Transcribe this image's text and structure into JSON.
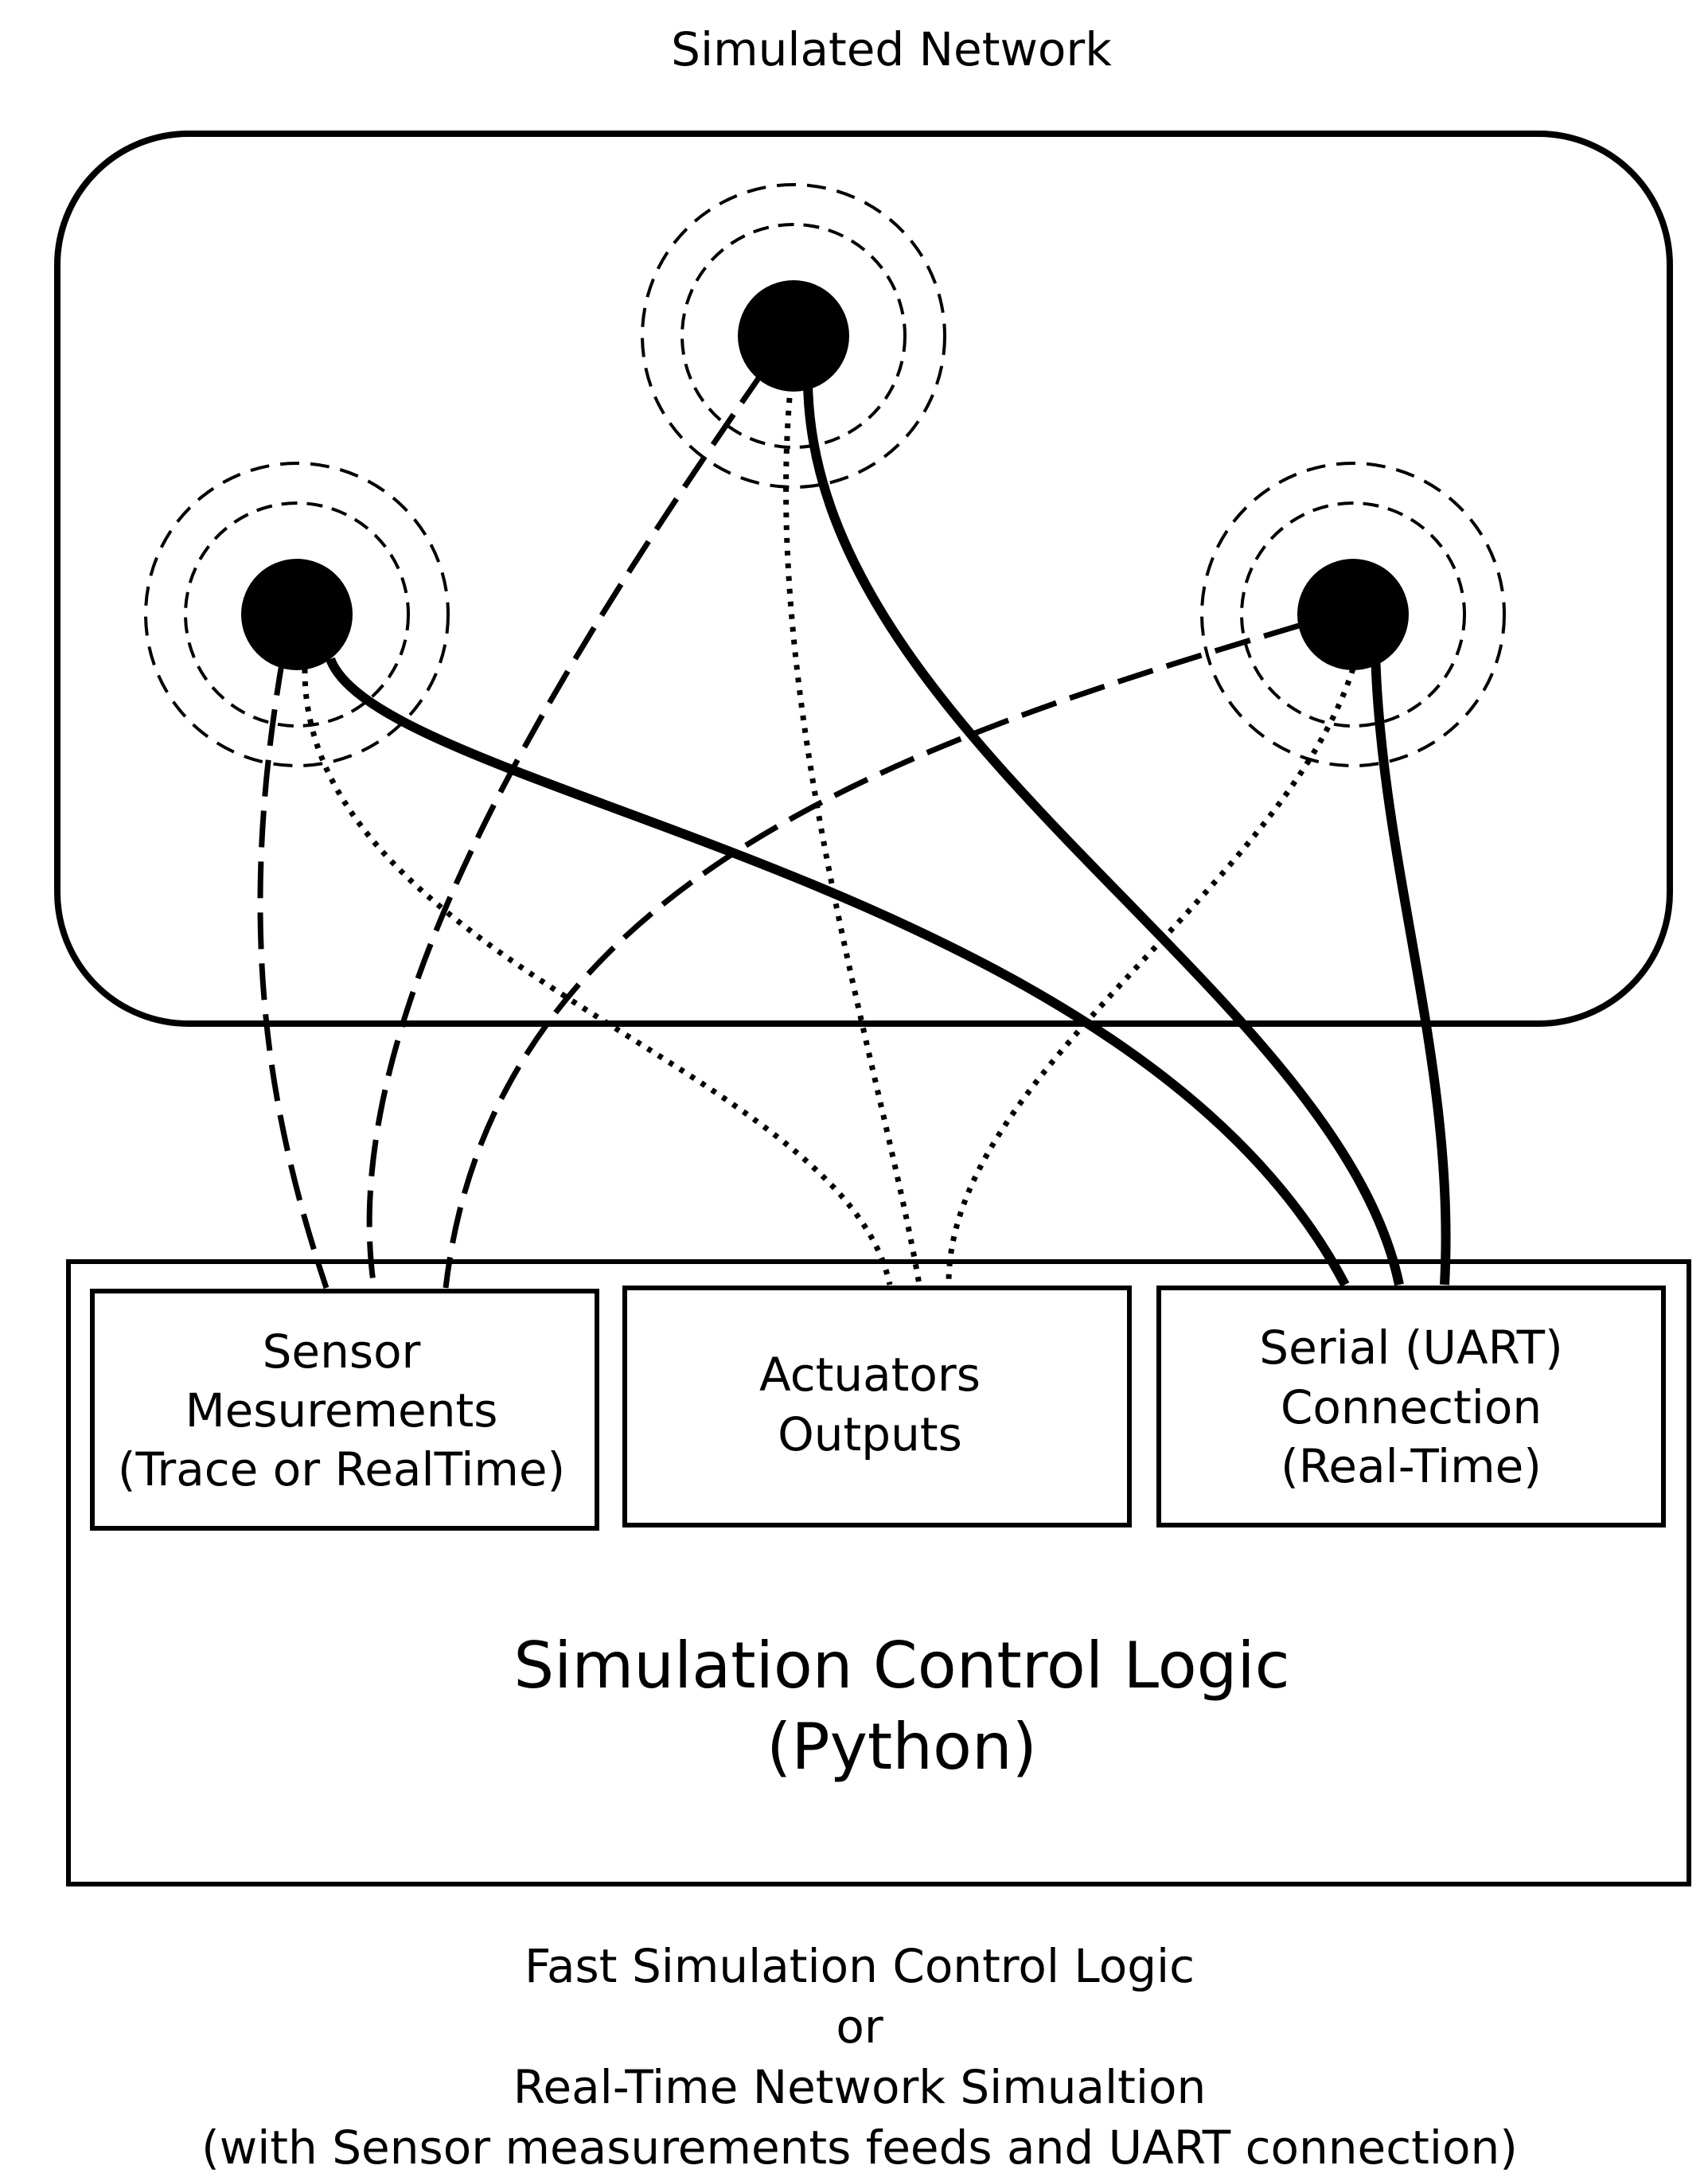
{
  "network": {
    "title": "Simulated Network"
  },
  "interfaces": {
    "sensor": {
      "line1": "Sensor",
      "line2": "Mesurements",
      "line3": "(Trace or RealTime)"
    },
    "actuators": {
      "line1": "Actuators",
      "line2": "Outputs"
    },
    "serial": {
      "line1": "Serial (UART)",
      "line2": "Connection",
      "line3": "(Real-Time)"
    }
  },
  "control": {
    "line1": "Simulation Control Logic",
    "line2": "(Python)"
  },
  "caption": {
    "line1": "Fast Simulation Control Logic",
    "line2": "or",
    "line3": "Real-Time Network Simualtion",
    "line4": "(with Sensor measurements feeds and UART connection)"
  },
  "colors": {
    "stroke": "#000000",
    "background": "#ffffff"
  }
}
